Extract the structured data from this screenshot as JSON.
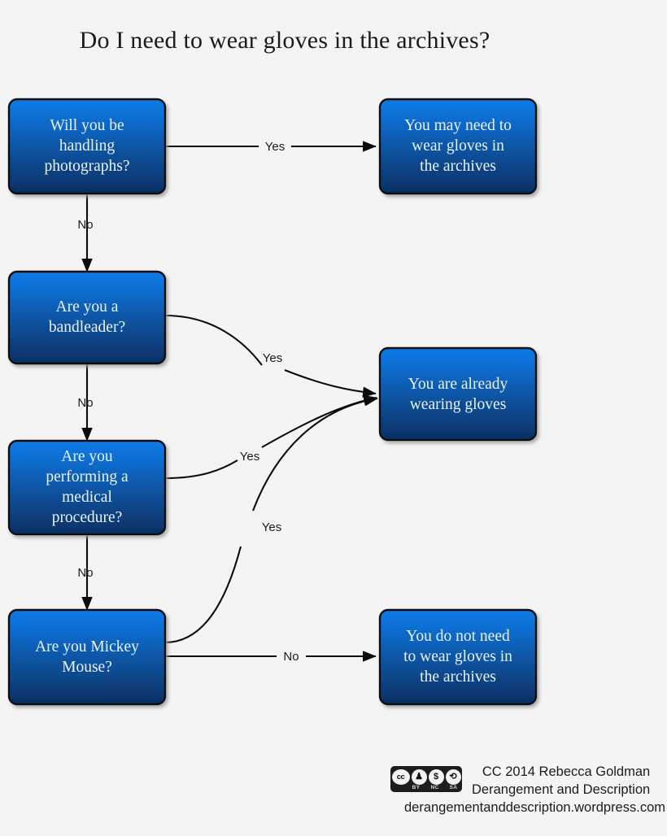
{
  "page": {
    "title": "Do I need to wear gloves in the archives?",
    "background_color": "#f4f4f4"
  },
  "theme": {
    "node_fill_top": "#0a72d8",
    "node_fill_bottom": "#062f63",
    "node_border": "#0a0a0a",
    "node_text_color": "#eaf3fd",
    "edge_color": "#0b0b0b",
    "title_color": "#1b1b1b"
  },
  "chart_data": {
    "type": "diagram",
    "title": "Do I need to wear gloves in the archives?",
    "nodes": [
      {
        "id": "q1",
        "kind": "decision",
        "lines": [
          "Will you be",
          "handling",
          "photographs?"
        ],
        "text": "Will you be handling photographs?"
      },
      {
        "id": "q2",
        "kind": "decision",
        "lines": [
          "Are you a",
          "bandleader?"
        ],
        "text": "Are you a bandleader?"
      },
      {
        "id": "q3",
        "kind": "decision",
        "lines": [
          "Are you",
          "performing a",
          "medical",
          "procedure?"
        ],
        "text": "Are you performing a medical procedure?"
      },
      {
        "id": "q4",
        "kind": "decision",
        "lines": [
          "Are you Mickey",
          "Mouse?"
        ],
        "text": "Are you Mickey Mouse?"
      },
      {
        "id": "r1",
        "kind": "outcome",
        "lines": [
          "You may need to",
          "wear gloves in",
          "the archives"
        ],
        "text": "You may need to wear gloves in the archives"
      },
      {
        "id": "r2",
        "kind": "outcome",
        "lines": [
          "You are already",
          "wearing gloves"
        ],
        "text": "You are already wearing gloves"
      },
      {
        "id": "r3",
        "kind": "outcome",
        "lines": [
          "You do not need",
          "to wear gloves in",
          "the archives"
        ],
        "text": "You do not need to wear gloves in the archives"
      }
    ],
    "edges": [
      {
        "from": "q1",
        "to": "r1",
        "label": "Yes"
      },
      {
        "from": "q1",
        "to": "q2",
        "label": "No"
      },
      {
        "from": "q2",
        "to": "r2",
        "label": "Yes"
      },
      {
        "from": "q2",
        "to": "q3",
        "label": "No"
      },
      {
        "from": "q3",
        "to": "r2",
        "label": "Yes"
      },
      {
        "from": "q3",
        "to": "q4",
        "label": "No"
      },
      {
        "from": "q4",
        "to": "r2",
        "label": "Yes"
      },
      {
        "from": "q4",
        "to": "r3",
        "label": "No"
      }
    ]
  },
  "nodes": {
    "q1": {
      "l0": "Will you be",
      "l1": "handling",
      "l2": "photographs?"
    },
    "q2": {
      "l0": "Are you a",
      "l1": "bandleader?"
    },
    "q3": {
      "l0": "Are you",
      "l1": "performing a",
      "l2": "medical",
      "l3": "procedure?"
    },
    "q4": {
      "l0": "Are you Mickey",
      "l1": "Mouse?"
    },
    "r1": {
      "l0": "You may need to",
      "l1": "wear gloves in",
      "l2": "the archives"
    },
    "r2": {
      "l0": "You are already",
      "l1": "wearing gloves"
    },
    "r3": {
      "l0": "You do not need",
      "l1": "to wear gloves in",
      "l2": "the archives"
    }
  },
  "edge_labels": {
    "q1_yes": "Yes",
    "q1_no": "No",
    "q2_yes": "Yes",
    "q2_no": "No",
    "q3_yes": "Yes",
    "q3_no": "No",
    "q4_yes": "Yes",
    "q4_no": "No"
  },
  "footer": {
    "license_code": "cc",
    "license_marks": [
      "BY",
      "NC",
      "SA"
    ],
    "credit_line_1": "CC 2014 Rebecca Goldman",
    "credit_line_2": "Derangement and Description",
    "url": "derangementanddescription.wordpress.com"
  }
}
